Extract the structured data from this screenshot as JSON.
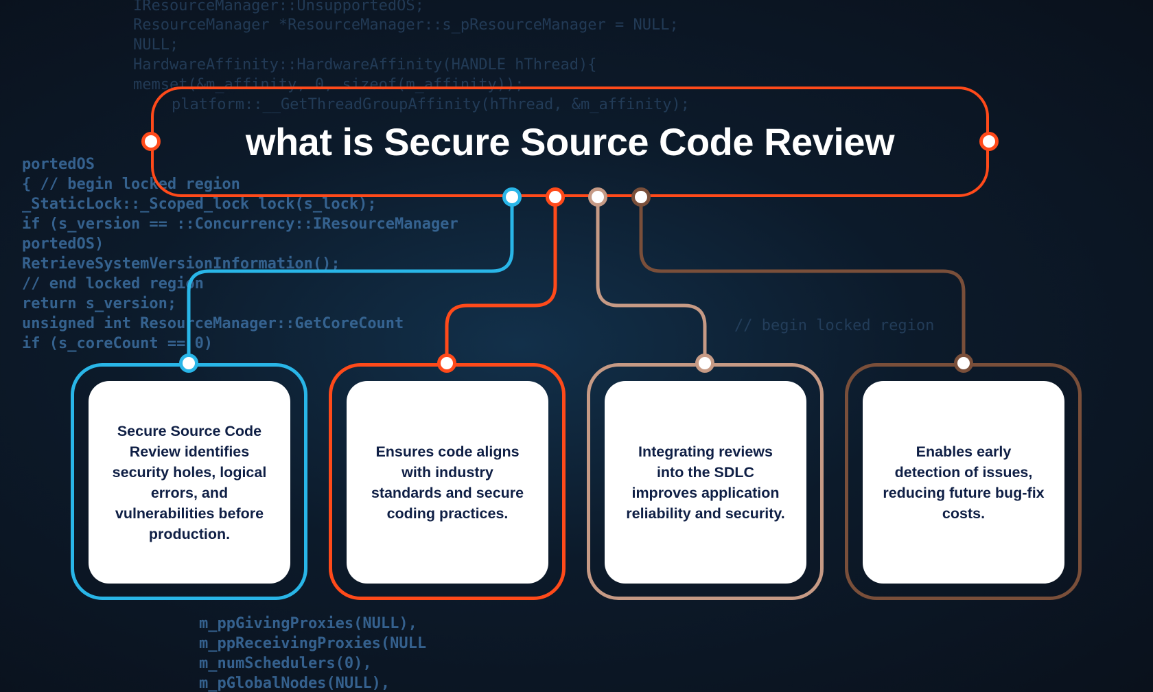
{
  "title": "what is Secure Source Code Review",
  "colors": {
    "cyan": "#29b6e8",
    "orange": "#ff4a1a",
    "tan": "#c69a85",
    "brown": "#7a4f3a",
    "text": "#0f1f45"
  },
  "cards": [
    {
      "text": "Secure Source Code Review identifies security holes, logical errors, and vulnerabilities before production."
    },
    {
      "text": "Ensures code aligns with industry standards and secure coding practices."
    },
    {
      "text": "Integrating reviews into the SDLC improves application reliability and security."
    },
    {
      "text": "Enables early detection of issues, reducing future bug-fix costs."
    }
  ],
  "background_code": [
    "IResourceManager::UnsupportedOS;",
    "ResourceManager *ResourceManager::s_pResourceManager = NULL;",
    "NULL;",
    "HardwareAffinity::HardwareAffinity(HANDLE hThread){",
    "memset(&m_affinity, 0, sizeof(m_affinity));",
    "platform::__GetThreadGroupAffinity(hThread, &m_affinity);",
    "portedOS",
    "{ // begin locked region",
    "_StaticLock::_Scoped_lock lock(s_lock);",
    "if (s_version == ::Concurrency::IResourceManager",
    "portedOS)",
    "RetrieveSystemVersionInformation();",
    "// end locked region",
    "return s_version;",
    "unsigned int ResourceManager::GetCoreCount",
    "if (s_coreCount == 0)",
    "// begin locked region",
    "m_ppGivingProxies(NULL),",
    "m_ppReceivingProxies(NULL",
    "m_numSchedulers(0),",
    "m_pGlobalNodes(NULL),"
  ]
}
